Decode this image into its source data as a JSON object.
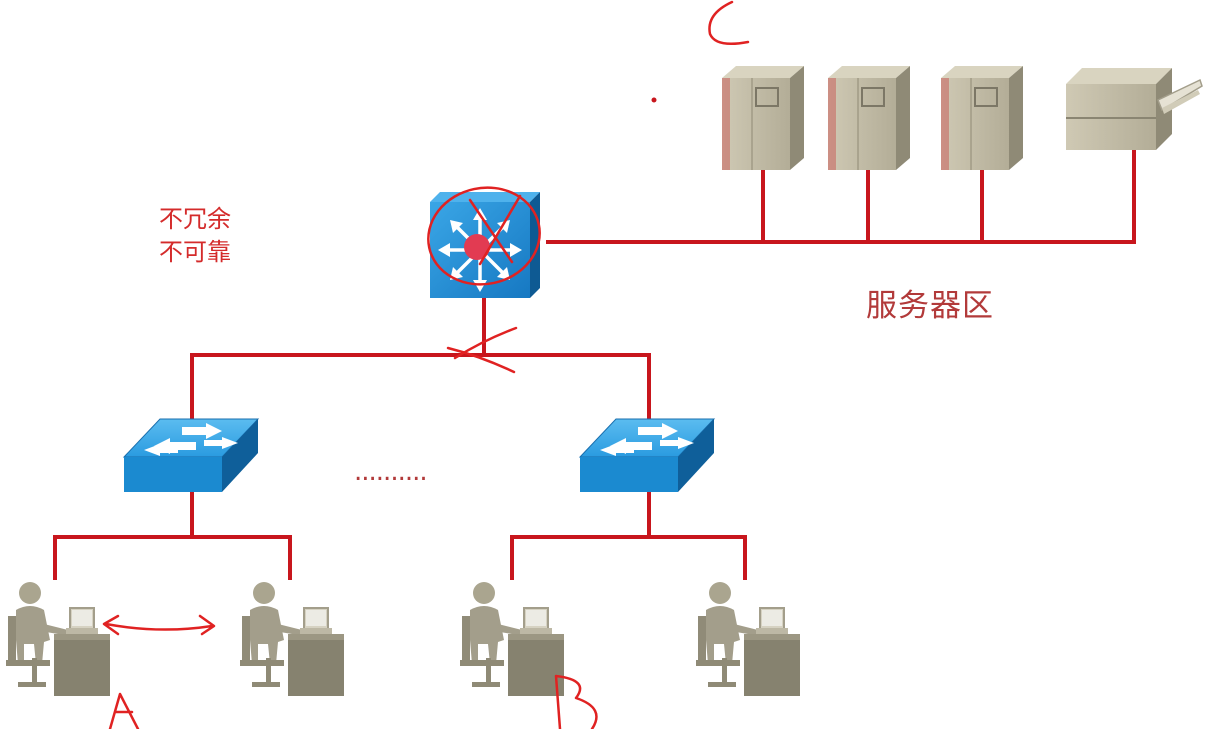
{
  "annotation": {
    "line1": "不冗余",
    "line2": "不可靠"
  },
  "server_zone": {
    "label": "服务器区"
  },
  "ellipsis": "..........",
  "handwriting": {
    "pc_a": "A",
    "pc_b": "B"
  },
  "colors": {
    "link": "#c8161d",
    "annotation": "#d42b2b",
    "switch_blue": "#1e8fd4",
    "server_beige": "#b8b29c",
    "user_gray": "#a39e8b"
  },
  "icons": [
    "core-switch-icon",
    "access-switch-icon",
    "server-icon",
    "printer-icon",
    "workstation-icon"
  ]
}
